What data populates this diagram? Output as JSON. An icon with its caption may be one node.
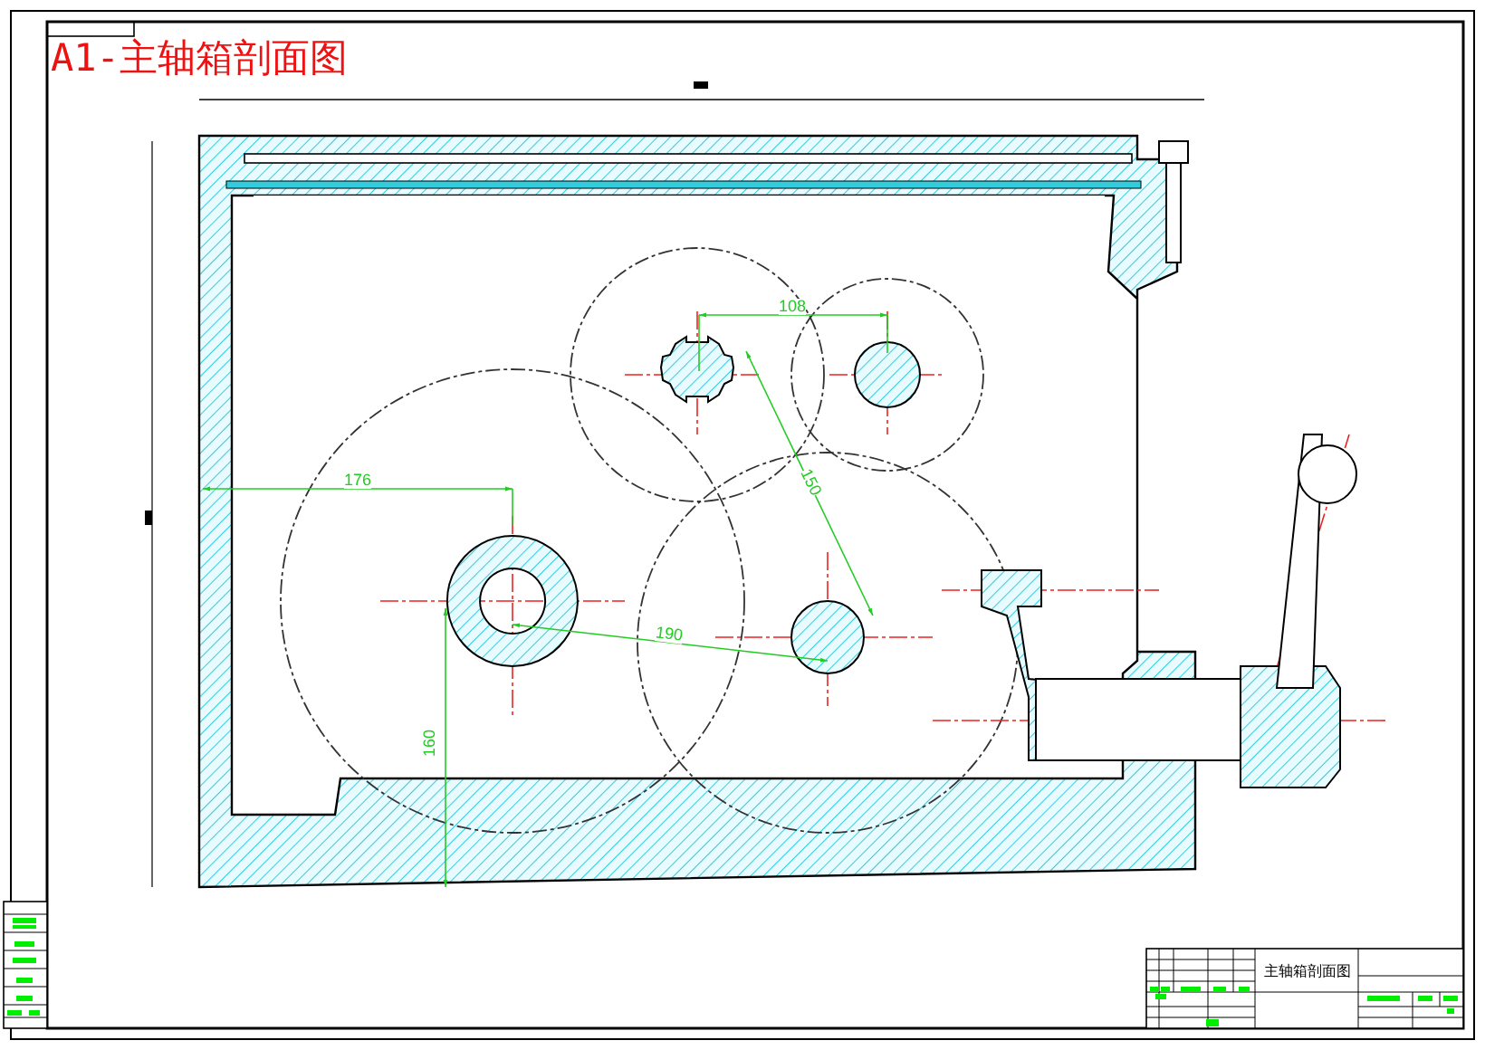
{
  "diagram": {
    "title": "A1-主轴箱剖面图",
    "labels": [
      "108",
      "176",
      "150",
      "190",
      "160",
      "主轴箱剖面图"
    ]
  }
}
